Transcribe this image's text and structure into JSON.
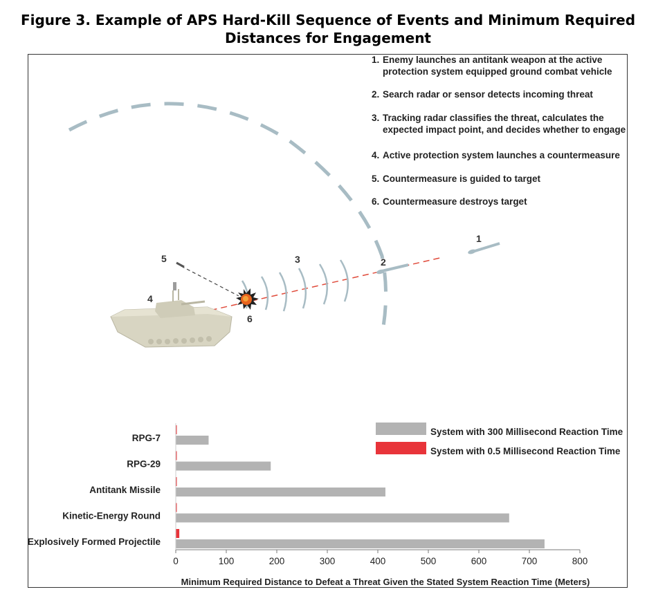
{
  "figure_title": "Figure 3. Example of APS Hard-Kill Sequence of Events and Minimum Required Distances for Engagement",
  "title_lines": [
    "Figure 3. Example of APS Hard-Kill Sequence of Events and Minimum Required",
    "Distances for Engagement"
  ],
  "steps": [
    {
      "num": "1.",
      "text": "Enemy launches an antitank weapon at the active protection system equipped ground combat vehicle"
    },
    {
      "num": "2.",
      "text": "Search radar or sensor detects incoming threat"
    },
    {
      "num": "3.",
      "text": "Tracking radar classifies the threat, calculates the expected impact point, and decides whether to engage"
    },
    {
      "num": "4.",
      "text": "Active protection system launches a countermeasure"
    },
    {
      "num": "5.",
      "text": "Countermeasure is guided to target"
    },
    {
      "num": "6.",
      "text": "Countermeasure destroys target"
    }
  ],
  "diagram_labels": {
    "l1": "1",
    "l2": "2",
    "l3": "3",
    "l4": "4",
    "l5": "5",
    "l6": "6"
  },
  "colors": {
    "radar_arc": "#a8bcc4",
    "trajectory": "#e04a3a",
    "vehicle": "#d8d5c2",
    "slow_bar": "#b3b3b3",
    "fast_bar": "#e8343a"
  },
  "chart_data": {
    "type": "bar",
    "orientation": "horizontal",
    "categories": [
      "RPG-7",
      "RPG-29",
      "Antitank Missile",
      "Kinetic-Energy Round",
      "Explosively Formed Projectile"
    ],
    "series": [
      {
        "name": "System with 300 Millisecond Reaction Time",
        "color": "#b3b3b3",
        "values": [
          65,
          188,
          415,
          660,
          730
        ]
      },
      {
        "name": "System with 0.5 Millisecond Reaction Time",
        "color": "#e8343a",
        "values": [
          1,
          1,
          2,
          2,
          7
        ]
      }
    ],
    "xlabel": "Minimum Required Distance to Defeat a Threat Given the Stated System Reaction Time (Meters)",
    "xlim": [
      0,
      800
    ],
    "xticks": [
      0,
      100,
      200,
      300,
      400,
      500,
      600,
      700,
      800
    ],
    "grid": false,
    "legend": "top-right"
  }
}
